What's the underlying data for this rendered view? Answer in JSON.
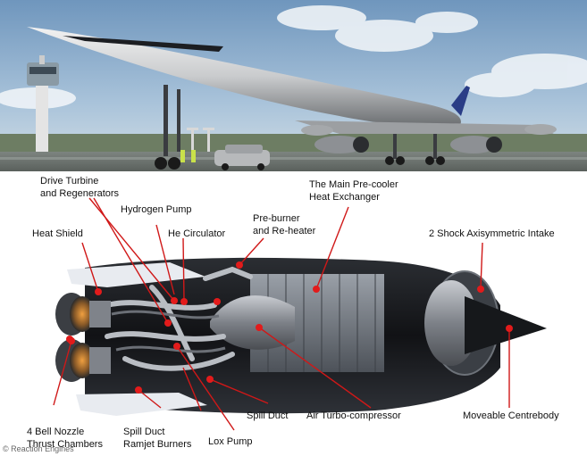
{
  "labels": {
    "drive_turbine_l1": "Drive Turbine",
    "drive_turbine_l2": "and Regenerators",
    "hydrogen_pump": "Hydrogen Pump",
    "heat_shield": "Heat Shield",
    "he_circulator": "He Circulator",
    "preburner_l1": "Pre-burner",
    "preburner_l2": "and Re-heater",
    "precooler_l1": "The Main Pre-cooler",
    "precooler_l2": "Heat Exchanger",
    "intake": "2 Shock Axisymmetric Intake",
    "spill_duct": "Spill Duct",
    "air_turbo": "Air Turbo-compressor",
    "moveable_centrebody": "Moveable Centrebody",
    "bell_nozzle_l1": "4 Bell Nozzle",
    "bell_nozzle_l2": "Thrust Chambers",
    "spill_ramjet_l1": "Spill Duct",
    "spill_ramjet_l2": "Ramjet Burners",
    "lox_pump": "Lox Pump"
  },
  "credit": "© Reaction Engines"
}
